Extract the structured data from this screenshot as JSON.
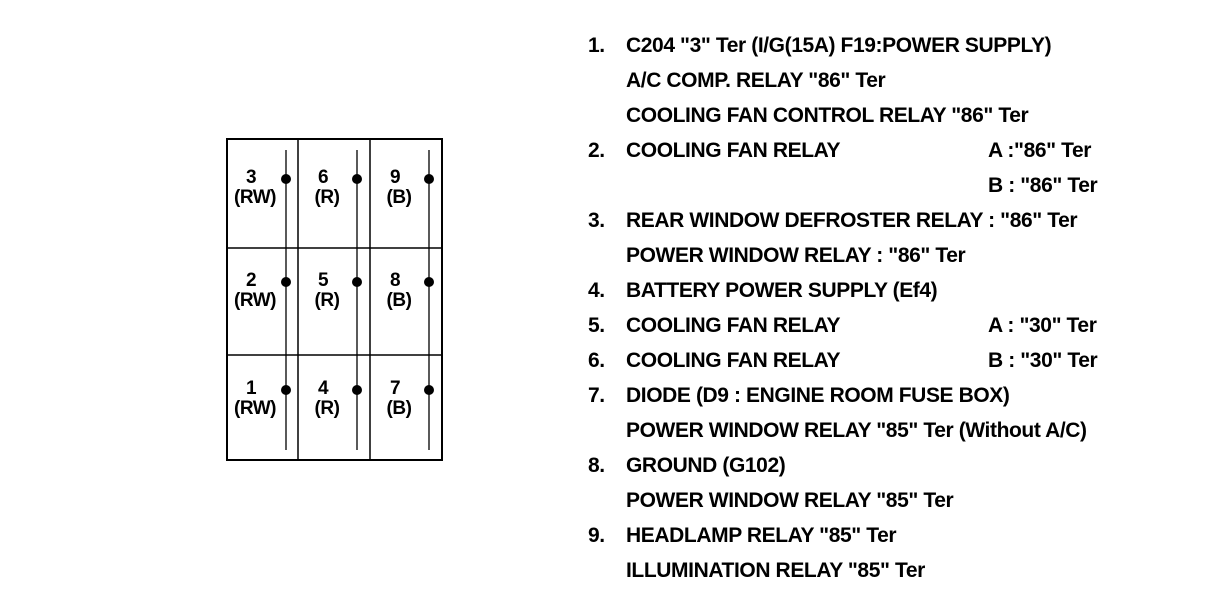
{
  "connector": {
    "pins": [
      {
        "number": "3",
        "color": "(RW)",
        "col": 0,
        "row": 0
      },
      {
        "number": "6",
        "color": "(R)",
        "col": 1,
        "row": 0
      },
      {
        "number": "9",
        "color": "(B)",
        "col": 2,
        "row": 0
      },
      {
        "number": "2",
        "color": "(RW)",
        "col": 0,
        "row": 1
      },
      {
        "number": "5",
        "color": "(R)",
        "col": 1,
        "row": 1
      },
      {
        "number": "8",
        "color": "(B)",
        "col": 2,
        "row": 1
      },
      {
        "number": "1",
        "color": "(RW)",
        "col": 0,
        "row": 2
      },
      {
        "number": "4",
        "color": "(R)",
        "col": 1,
        "row": 2
      },
      {
        "number": "7",
        "color": "(B)",
        "col": 2,
        "row": 2
      }
    ]
  },
  "legend": [
    {
      "index": "1.",
      "lines": [
        {
          "text": "C204 \"3\" Ter (I/G(15A) F19:POWER SUPPLY)"
        },
        {
          "text": "A/C COMP. RELAY \"86\" Ter"
        },
        {
          "text": "COOLING FAN CONTROL RELAY \"86\" Ter"
        }
      ]
    },
    {
      "index": "2.",
      "lines": [
        {
          "text": "COOLING FAN RELAY",
          "right": "A :\"86\" Ter"
        },
        {
          "text": "",
          "right": "B : \"86\" Ter"
        }
      ]
    },
    {
      "index": "3.",
      "lines": [
        {
          "text": "REAR WINDOW DEFROSTER RELAY : \"86\" Ter"
        },
        {
          "text": "POWER WINDOW RELAY : \"86\" Ter"
        }
      ]
    },
    {
      "index": "4.",
      "lines": [
        {
          "text": "BATTERY POWER SUPPLY (Ef4)"
        }
      ]
    },
    {
      "index": "5.",
      "lines": [
        {
          "text": "COOLING FAN RELAY",
          "right": "A : \"30\" Ter"
        }
      ]
    },
    {
      "index": "6.",
      "lines": [
        {
          "text": "COOLING FAN RELAY",
          "right": "B : \"30\" Ter"
        }
      ]
    },
    {
      "index": "7.",
      "lines": [
        {
          "text": "DIODE (D9 : ENGINE ROOM FUSE BOX)"
        },
        {
          "text": "POWER WINDOW RELAY \"85\" Ter (Without A/C)"
        }
      ]
    },
    {
      "index": "8.",
      "lines": [
        {
          "text": "GROUND (G102)"
        },
        {
          "text": "POWER WINDOW RELAY \"85\" Ter"
        }
      ]
    },
    {
      "index": "9.",
      "lines": [
        {
          "text": "HEADLAMP RELAY \"85\" Ter"
        },
        {
          "text": "ILLUMINATION RELAY \"85\" Ter"
        }
      ]
    }
  ]
}
